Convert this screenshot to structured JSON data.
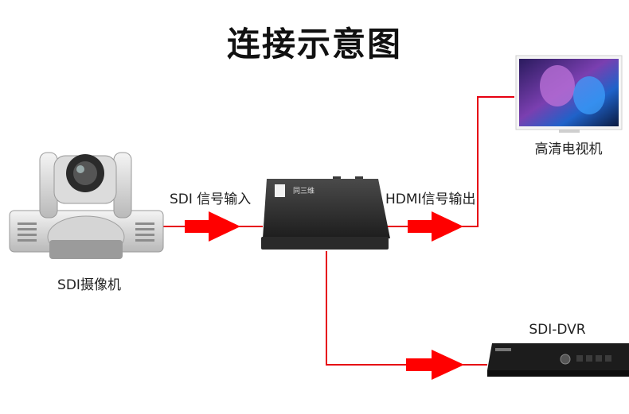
{
  "title": "连接示意图",
  "devices": {
    "camera": {
      "label": "SDI摄像机",
      "icon": "ptz-camera-icon"
    },
    "converter": {
      "brand": "同三维",
      "icon": "converter-box-icon"
    },
    "tv": {
      "label": "高清电视机",
      "icon": "television-icon"
    },
    "dvr": {
      "label": "SDI-DVR",
      "icon": "dvr-recorder-icon"
    }
  },
  "connections": {
    "input_label": "SDI 信号输入",
    "output_label": "HDMI信号输出"
  },
  "colors": {
    "line": "#e60012",
    "arrow": "#ff0000"
  }
}
